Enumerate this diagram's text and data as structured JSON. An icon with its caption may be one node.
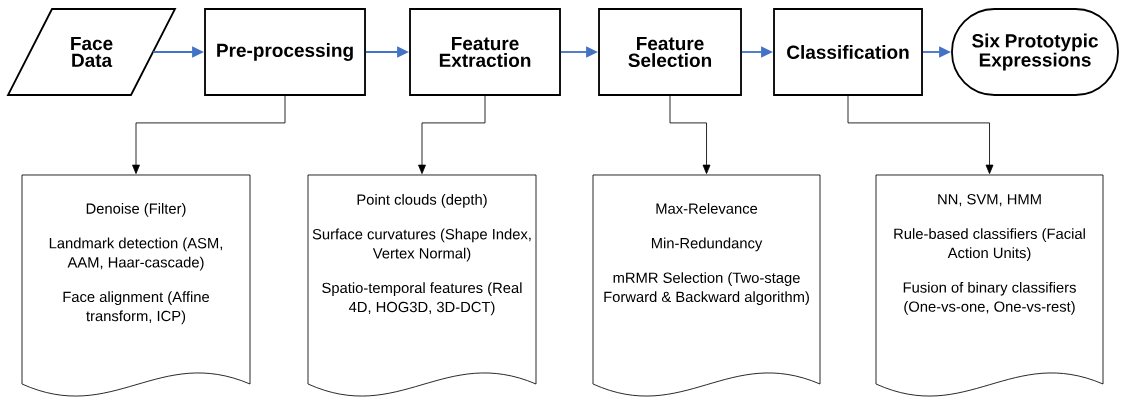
{
  "diagram": {
    "nodes": [
      {
        "text": [
          "Face Data"
        ]
      },
      {
        "text": [
          "Pre-processing"
        ]
      },
      {
        "text": [
          "Feature Extraction"
        ]
      },
      {
        "text": [
          "Feature Selection"
        ]
      },
      {
        "text": [
          "Classification"
        ]
      },
      {
        "text": [
          "Six Prototypic Expressions"
        ]
      },
      {
        "text": [
          "Denoise (Filter)",
          "Landmark detection (ASM, AAM, Haar-cascade)",
          "Face alignment (Affine transform, ICP)"
        ]
      },
      {
        "text": [
          "Point clouds (depth)",
          "Surface curvatures (Shape Index, Vertex Normal)",
          "Spatio-temporal features (Real 4D, HOG3D, 3D-DCT)"
        ]
      },
      {
        "text": [
          "Max-Relevance",
          "Min-Redundancy",
          "mRMR Selection (Two-stage Forward & Backward algorithm)"
        ]
      },
      {
        "text": [
          "NN, SVM, HMM",
          "Rule-based classifiers (Facial Action Units)",
          "Fusion of binary classifiers (One-vs-one, One-vs-rest)"
        ]
      }
    ],
    "edges": [
      {
        "from": 0,
        "to": 1,
        "arrow": "to"
      },
      {
        "from": 1,
        "to": 2,
        "arrow": "to"
      },
      {
        "from": 2,
        "to": 3,
        "arrow": "to"
      },
      {
        "from": 3,
        "to": 4,
        "arrow": "to"
      },
      {
        "from": 4,
        "to": 5,
        "arrow": "to"
      },
      {
        "from": 1,
        "to": 6,
        "arrow": "to",
        "color": "#000000"
      },
      {
        "from": 2,
        "to": 7,
        "arrow": "to",
        "color": "#000000"
      },
      {
        "from": 3,
        "to": 8,
        "arrow": "to",
        "color": "#000000"
      },
      {
        "from": 4,
        "to": 9,
        "arrow": "to",
        "color": "#000000"
      }
    ]
  }
}
